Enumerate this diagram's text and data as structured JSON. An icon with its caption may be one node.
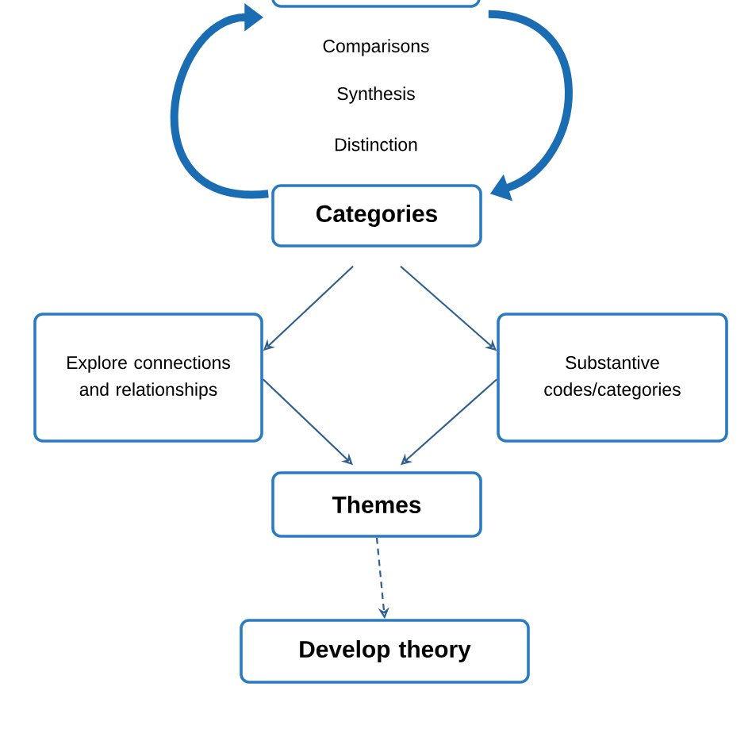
{
  "diagram": {
    "nodes": [
      {
        "text": [],
        "shape": "box"
      },
      {
        "text": [
          "Categories"
        ]
      },
      {
        "text": [
          "Explore connections and relationships"
        ]
      },
      {
        "text": [
          "Substantive codes/categories"
        ]
      },
      {
        "text": [
          "Themes"
        ]
      },
      {
        "text": [
          "Develop theory"
        ]
      }
    ],
    "edges": [
      {
        "from": 1,
        "to": 0,
        "arrow": "to",
        "style": "thick",
        "color": "#1a6db3"
      },
      {
        "from": 0,
        "to": 1,
        "arrow": "to",
        "style": "thick",
        "color": "#1a6db3"
      },
      {
        "from": 1,
        "to": 2,
        "arrow": "to"
      },
      {
        "from": 1,
        "to": 3,
        "arrow": "to"
      },
      {
        "from": 2,
        "to": 4,
        "arrow": "to"
      },
      {
        "from": 3,
        "to": 4,
        "arrow": "to"
      },
      {
        "from": 4,
        "to": 5,
        "arrow": "to",
        "style": "dashed"
      }
    ],
    "labels": [
      "Comparisons",
      "Synthesis",
      "Distinction"
    ]
  }
}
